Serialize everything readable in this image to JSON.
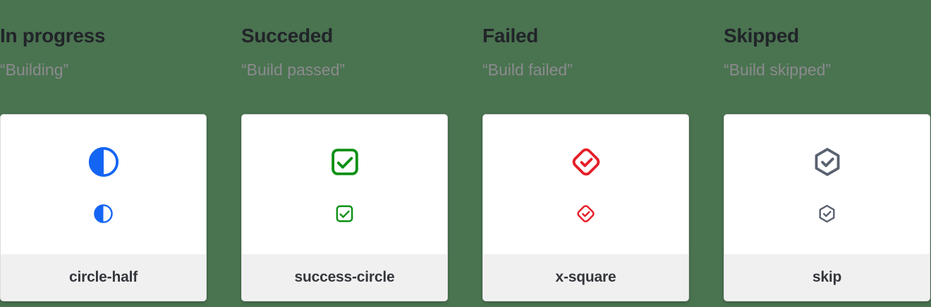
{
  "page": {
    "background_color": "#4a7350"
  },
  "colors": {
    "in_progress_blue": "#1565f4",
    "succeeded_green": "#0b9014",
    "failed_red": "#e51e28",
    "skipped_gray": "#5a6170",
    "heading_text": "#212429",
    "subtitle_text": "#8b8b8e",
    "label_text": "#34373c",
    "card_bg": "#ffffff",
    "card_footer_bg": "#f0f0f1",
    "card_border": "#dcdcdc"
  },
  "columns": [
    {
      "heading": "In progress",
      "subtitle": "“Building”",
      "icon": "circle-half-icon",
      "label": "circle-half",
      "color": "#1565f4"
    },
    {
      "heading": "Succeded",
      "subtitle": "“Build passed”",
      "icon": "check-square-icon",
      "label": "success-circle",
      "color": "#0b9014"
    },
    {
      "heading": "Failed",
      "subtitle": "“Build failed”",
      "icon": "diamond-check-icon",
      "label": "x-square",
      "color": "#e51e28"
    },
    {
      "heading": "Skipped",
      "subtitle": "“Build skipped”",
      "icon": "hexagon-check-icon",
      "label": "skip",
      "color": "#5a6170"
    }
  ]
}
